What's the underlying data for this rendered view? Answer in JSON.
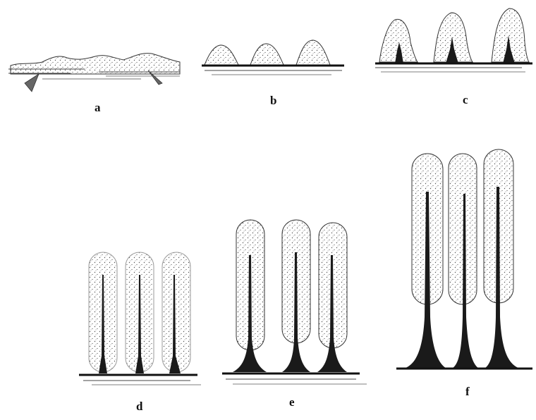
{
  "figure": {
    "panels": [
      {
        "id": "a",
        "label": "a"
      },
      {
        "id": "b",
        "label": "b"
      },
      {
        "id": "c",
        "label": "c"
      },
      {
        "id": "d",
        "label": "d"
      },
      {
        "id": "e",
        "label": "e"
      },
      {
        "id": "f",
        "label": "f"
      }
    ],
    "colors": {
      "outline": "#333333",
      "stipple": "#555555",
      "core": "#1a1a1a",
      "background": "#ffffff"
    }
  }
}
